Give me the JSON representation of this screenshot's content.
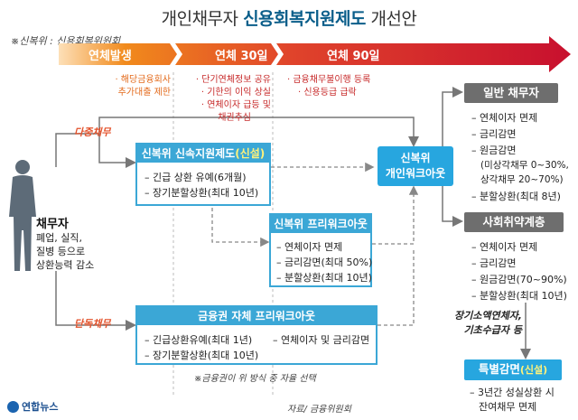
{
  "title": {
    "prefix": "개인채무자 ",
    "highlight": "신용회복지원제도",
    "suffix": " 개선안"
  },
  "legend_note": "※신복위 : 신용회복위원회",
  "stages": [
    {
      "label": "연체발생",
      "notes": [
        "· 해당금융회사",
        "추가대출 제한"
      ]
    },
    {
      "label": "연체 30일",
      "notes": [
        "· 단기연체정보 공유",
        "· 기한의 이익 상실",
        "· 연체이자 급등 및",
        "채권추심"
      ]
    },
    {
      "label": "연체 90일",
      "notes": [
        "· 금융채무불이행 등록",
        "· 신용등급 급락"
      ]
    }
  ],
  "debtor": {
    "title": "채무자",
    "lines": [
      "폐업, 실직,",
      "질병 등으로",
      "상환능력 감소"
    ]
  },
  "branches": {
    "multi": "다중채무",
    "single": "단독채무"
  },
  "box_fast": {
    "head": "신복위 신속지원제도",
    "head_sub": "(신설)",
    "items": [
      "– 긴급 상환 유예(6개월)",
      "– 장기분할상환(최대 10년)"
    ]
  },
  "box_pre": {
    "head": "신복위 프리워크아웃",
    "items": [
      "– 연체이자 면제",
      "– 금리감면(최대 50%)",
      "– 분할상환(최대 10년)"
    ]
  },
  "box_fin": {
    "head": "금융권 자체 프리워크아웃",
    "items": [
      "– 긴급상환유예(최대 1년)",
      "– 장기분할상환(최대 10년)",
      "– 연체이자 및 금리감면"
    ]
  },
  "fin_note": "※금융권이 위 방식 중 자율 선택",
  "workout": {
    "line1": "신복위",
    "line2": "개인워크아웃"
  },
  "general": {
    "head": "일반 채무자",
    "items": [
      "– 연체이자 면제",
      "– 금리감면",
      "– 원금감면",
      "(미상각채무 0~30%,",
      "상각채무 20~70%)",
      "– 분할상환(최대 8년)"
    ]
  },
  "vulnerable": {
    "head": "사회취약계층",
    "items": [
      "– 연체이자 면제",
      "– 금리감면",
      "– 원금감면(70~90%)",
      "– 분할상환(최대 10년)"
    ]
  },
  "long_term": {
    "line1": "장기소액연체자,",
    "line2": "기초수급자 등"
  },
  "special": {
    "head": "특별감면",
    "head_sub": "(신설)",
    "items": [
      "– 3년간 성실상환 시",
      "잔여채무 면제"
    ]
  },
  "source": "자료/ 금융위원회",
  "logo": "연합뉴스",
  "colors": {
    "orange": "#f18a1c",
    "red": "#d9282f",
    "blue": "#3ba7d6",
    "gray": "#6e6e6e",
    "workout_blue": "#27a6df"
  }
}
